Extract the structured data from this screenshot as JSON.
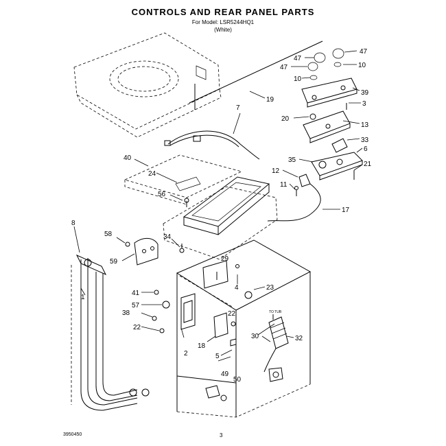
{
  "header": {
    "title": "CONTROLS AND REAR PANEL PARTS",
    "model": "For Model: LSR5244HQ1",
    "variant": "(White)"
  },
  "footer": {
    "part_number": "3950450",
    "page": "3"
  },
  "callouts": [
    {
      "id": "c47a",
      "text": "47"
    },
    {
      "id": "c47b",
      "text": "47"
    },
    {
      "id": "c47c",
      "text": "47"
    },
    {
      "id": "c10a",
      "text": "10"
    },
    {
      "id": "c10b",
      "text": "10"
    },
    {
      "id": "c39",
      "text": "39"
    },
    {
      "id": "c3",
      "text": "3"
    },
    {
      "id": "c19",
      "text": "19"
    },
    {
      "id": "c20",
      "text": "20"
    },
    {
      "id": "c13",
      "text": "13"
    },
    {
      "id": "c7",
      "text": "7"
    },
    {
      "id": "c33",
      "text": "33"
    },
    {
      "id": "c6a",
      "text": "6"
    },
    {
      "id": "c40",
      "text": "40"
    },
    {
      "id": "c24",
      "text": "24"
    },
    {
      "id": "c35",
      "text": "35"
    },
    {
      "id": "c21",
      "text": "21"
    },
    {
      "id": "c12",
      "text": "12"
    },
    {
      "id": "c11",
      "text": "11"
    },
    {
      "id": "c56",
      "text": "56"
    },
    {
      "id": "c17",
      "text": "17"
    },
    {
      "id": "c8",
      "text": "8"
    },
    {
      "id": "c58",
      "text": "58"
    },
    {
      "id": "c34",
      "text": "34"
    },
    {
      "id": "c59",
      "text": "59"
    },
    {
      "id": "c29",
      "text": "29"
    },
    {
      "id": "c4",
      "text": "4"
    },
    {
      "id": "c23",
      "text": "23"
    },
    {
      "id": "c41",
      "text": "41"
    },
    {
      "id": "c57",
      "text": "57"
    },
    {
      "id": "c38",
      "text": "38"
    },
    {
      "id": "c22a",
      "text": "22"
    },
    {
      "id": "c22b",
      "text": "22"
    },
    {
      "id": "c1",
      "text": "1"
    },
    {
      "id": "c30",
      "text": "30"
    },
    {
      "id": "c32",
      "text": "32"
    },
    {
      "id": "c18",
      "text": "18"
    },
    {
      "id": "c2",
      "text": "2"
    },
    {
      "id": "c5",
      "text": "5"
    },
    {
      "id": "c49",
      "text": "49"
    },
    {
      "id": "c50",
      "text": "50"
    }
  ],
  "small_text": {
    "pump_note": "TO TUB"
  }
}
